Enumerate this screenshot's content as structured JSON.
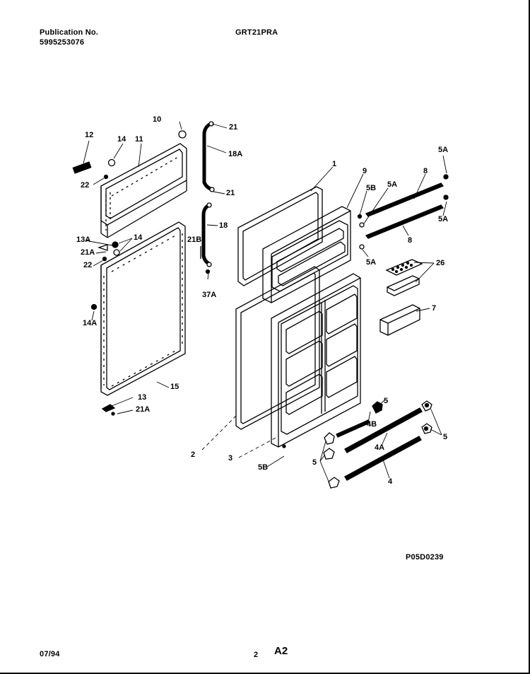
{
  "header": {
    "publication_label": "Publication No.",
    "publication_number": "5995253076",
    "model": "GRT21PRA"
  },
  "footer": {
    "date": "07/94",
    "page": "2",
    "section": "A2"
  },
  "diagram_code": "P05D0239",
  "callouts": {
    "c1": "1",
    "c2": "2",
    "c3": "3",
    "c4": "4",
    "c4A": "4A",
    "c4B": "4B",
    "c5a": "5",
    "c5b": "5",
    "c5c": "5",
    "c5A1": "5A",
    "c5A2": "5A",
    "c5A3": "5A",
    "c5A4": "5A",
    "c5B1": "5B",
    "c5B2": "5B",
    "c7": "7",
    "c8a": "8",
    "c8b": "8",
    "c9": "9",
    "c10": "10",
    "c11": "11",
    "c12": "12",
    "c13": "13",
    "c13A": "13A",
    "c14a": "14",
    "c14b": "14",
    "c14A": "14A",
    "c15": "15",
    "c18": "18",
    "c18A": "18A",
    "c21a": "21",
    "c21b": "21",
    "c21A1": "21A",
    "c21A2": "21A",
    "c21B": "21B",
    "c22a": "22",
    "c22b": "22",
    "c26": "26",
    "c37A": "37A"
  }
}
